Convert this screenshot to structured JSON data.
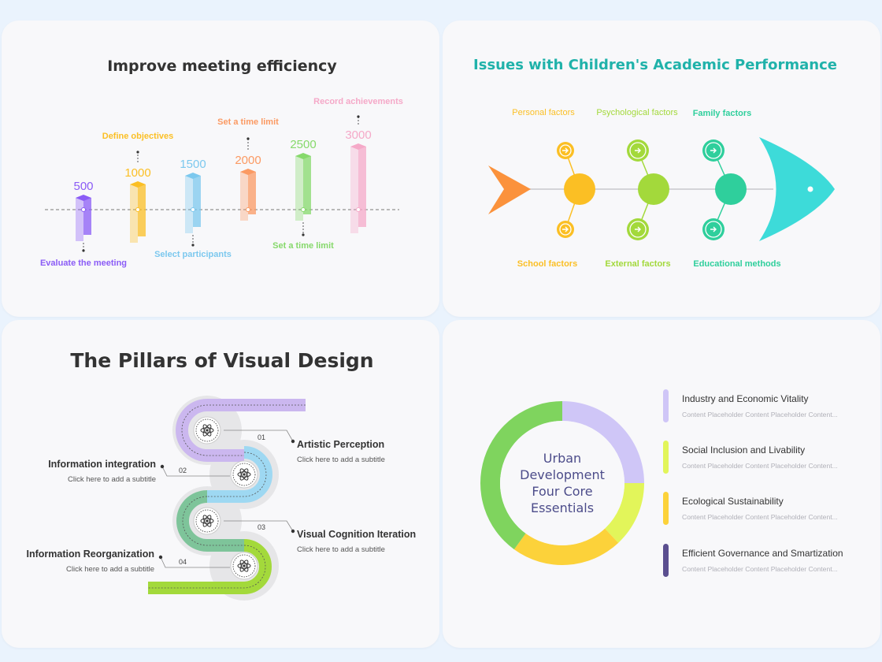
{
  "meeting": {
    "title": "Improve meeting efficiency",
    "colors": [
      "#8b5cf6",
      "#fbbf24",
      "#7cc8ee",
      "#fb9a63",
      "#86d96b",
      "#f5a9c8"
    ],
    "items": [
      {
        "value": "500",
        "label": "Evaluate the meeting"
      },
      {
        "value": "1000",
        "label": "Define objectives"
      },
      {
        "value": "1500",
        "label": "Select participants"
      },
      {
        "value": "2000",
        "label": "Set a time limit"
      },
      {
        "value": "2500",
        "label": "Set a time limit"
      },
      {
        "value": "3000",
        "label": "Record achievements"
      }
    ]
  },
  "academic": {
    "title": "Issues with Children's Academic Performance",
    "title_color": "#20b2aa",
    "top_labels": [
      "Personal factors",
      "Psychological factors",
      "Family factors"
    ],
    "bottom_labels": [
      "School factors",
      "External factors",
      "Educational methods"
    ],
    "colors": {
      "yellow": "#fbbf24",
      "green": "#a3d93b",
      "teal": "#2fcf9c",
      "head": "#3ddbd9",
      "tail": "#fb923c"
    },
    "icon": "arrow-right-icon"
  },
  "pillars": {
    "title": "The Pillars of Visual Design",
    "subtitle": "Click here to add a subtitle",
    "colors": [
      "#cbb7ef",
      "#9ed8f2",
      "#7ec49a",
      "#a3d93b"
    ],
    "steps": [
      {
        "num": "01",
        "title": "Artistic Perception"
      },
      {
        "num": "02",
        "title": "Information integration"
      },
      {
        "num": "03",
        "title": "Visual Cognition Iteration"
      },
      {
        "num": "04",
        "title": "Information Reorganization"
      }
    ],
    "icon": "atom-icon"
  },
  "urban": {
    "center_text": [
      "Urban",
      "Development",
      "Four Core",
      "Essentials"
    ],
    "placeholder": "Content Placeholder Content Placeholder Content...",
    "chart_data": {
      "type": "pie",
      "categories": [
        "Industry and Economic Vitality",
        "Social Inclusion and Livability",
        "Ecological Sustainability",
        "Efficient Governance and Smartization"
      ],
      "values": [
        25,
        13,
        22,
        40
      ],
      "colors": [
        "#cfc6f7",
        "#e2f55a",
        "#fcd23a",
        "#7fd45e"
      ],
      "legend_colors": [
        "#cfc6f7",
        "#e2f55a",
        "#fcd23a",
        "#5b4f8f"
      ]
    }
  }
}
